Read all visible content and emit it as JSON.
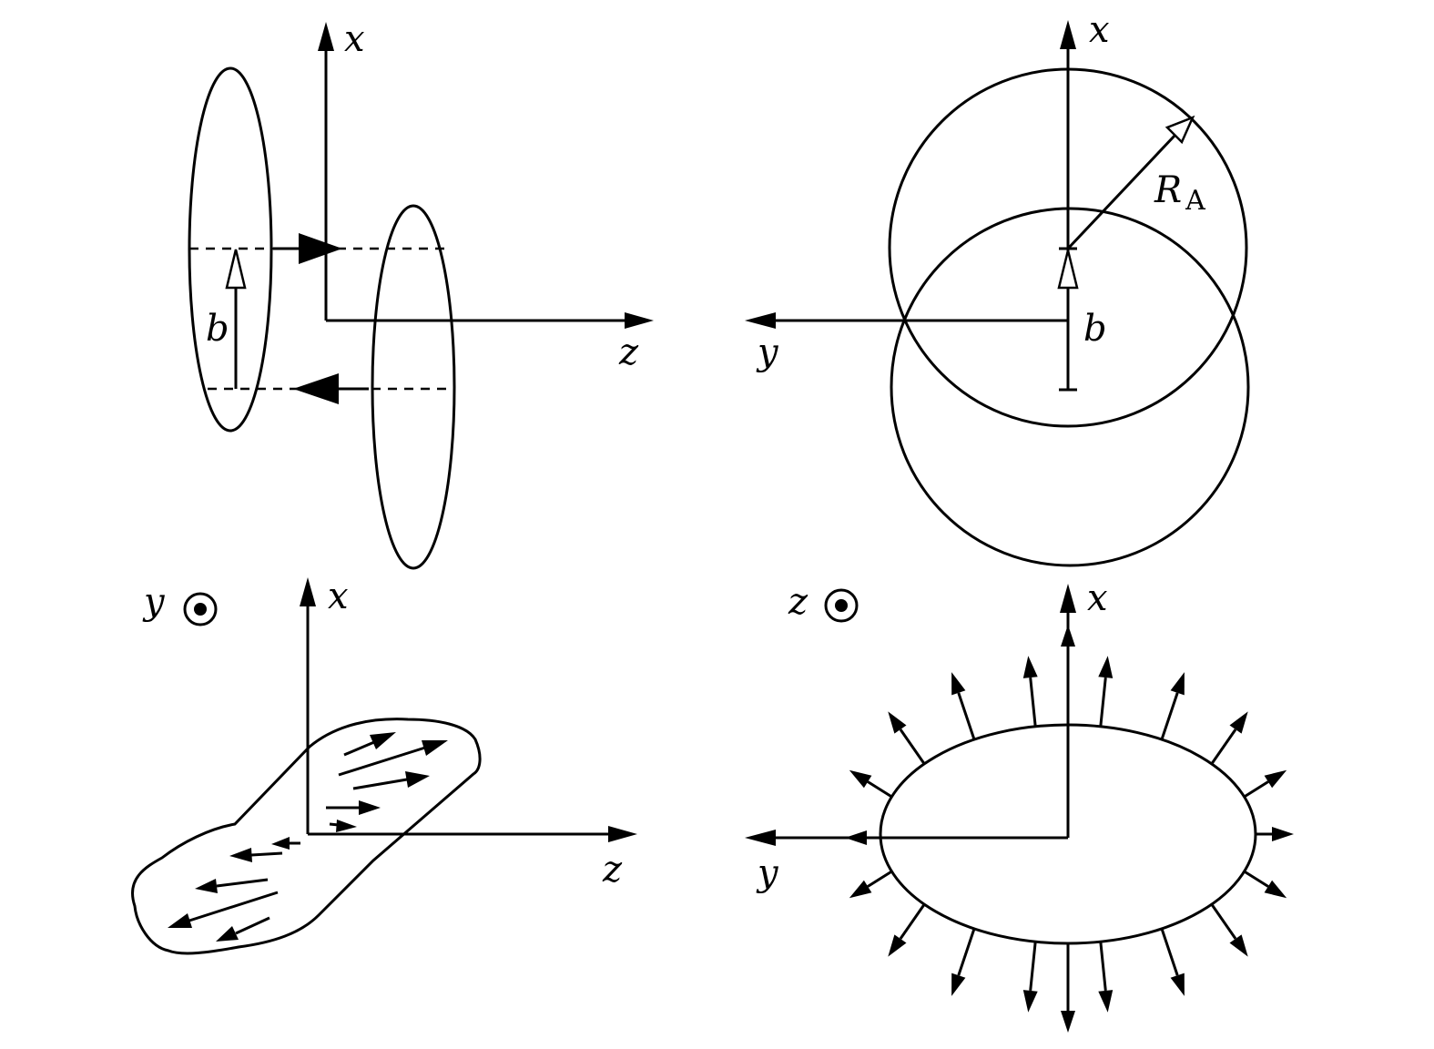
{
  "panels": {
    "top_left": {
      "axis_x": "x",
      "axis_z": "z",
      "impact_parameter": "b"
    },
    "top_right": {
      "axis_x": "x",
      "axis_y": "y",
      "impact_parameter": "b",
      "radius_base": "R",
      "radius_sub": "A"
    },
    "bottom_left": {
      "axis_x": "x",
      "axis_z": "z",
      "out_of_page_axis": "y"
    },
    "bottom_right": {
      "axis_x": "x",
      "axis_y": "y",
      "out_of_page_axis": "z"
    }
  },
  "icons": [
    "arrowhead-filled",
    "arrowhead-hollow",
    "out-of-page-dot-icon"
  ],
  "colors": {
    "ink": "#000000",
    "background": "#ffffff"
  }
}
